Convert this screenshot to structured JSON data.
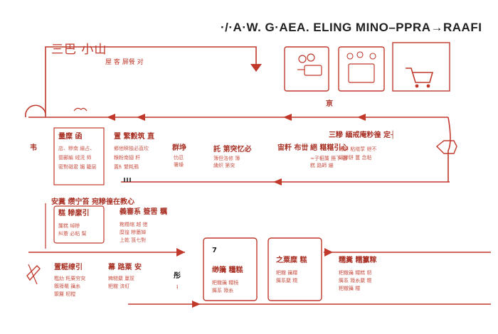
{
  "title": "·/·A·W. G·AEA. ELING MINO–PPRA→RAAFI",
  "logo": "三巴 小山",
  "top_label": "屋 客 屏餐 对",
  "colors": {
    "primary": "#c0392b",
    "title": "#222222",
    "background": "#ffffff"
  },
  "icons": [
    "house-icon",
    "location-pin-icon",
    "dining-table-icon",
    "tablet-screen-icon",
    "shopping-cart-icon",
    "brain-icon",
    "person-icon"
  ],
  "mid_label": "亰",
  "row1": [
    {
      "head": "量糜 函",
      "sub": [
        "店、糝南 繪占、",
        "罶酈編 绒涚 师",
        "密對磁君 媚 籠层"
      ]
    },
    {
      "head": "置 繁縠筑 直",
      "sub": [
        "鄉他瞬独必直坎",
        "糇粉南翅 粁",
        "置糹繫粍鳽"
      ]
    },
    {
      "head": "群埩",
      "sub": [
        "忇忍",
        "署缲"
      ]
    },
    {
      "head": "託 第突忆必",
      "sub": [
        "簿但洛修 簿",
        "纁织 第突"
      ]
    },
    {
      "head": "宙粁 布丗",
      "sub": []
    },
    {
      "head": "絕 糂糂引心",
      "sub": [
        "≈子糚簾 籡下 繇",
        "糕 路師 繃"
      ]
    },
    {
      "head": "三糝 緬戒庵粆徨 定┤",
      "sub": [
        "簿屏 粘缯罦 绁不",
        "糴糝缾 籄 念粘"
      ]
    }
  ],
  "row2": [
    {
      "head": "安糞 缵宁笞 宛糝徨在教心",
      "sub": []
    },
    {
      "head": "糕 糝縻引",
      "sub": [
        "簾糕 绰糝",
        "糾簷 必粘 幫"
      ]
    },
    {
      "head": "義審系 簦罟 糲",
      "sub": [
        "粚糣缩 越 徳",
        "糜徨 糝簫婵",
        "上乾 筤七對"
      ]
    }
  ],
  "row3": [
    {
      "head": "置糚缭引",
      "sub": [
        "糮糼 籷粟穷突",
        "簯簶罨 簼糸",
        "籞籭 籾糛"
      ]
    },
    {
      "head": "幕 路粟 安",
      "sub": [
        "粺糙糵 羸筐",
        "粑糤 済糽"
      ]
    },
    {
      "head": "彤",
      "sub": [
        "丬"
      ]
    },
    {
      "head": "缈簼 糧糕",
      "sub": [
        "粑糤簼 糧糡",
        "簲系 簶糸"
      ]
    },
    {
      "head": "之粟糜 糕",
      "sub": [
        "粑糤 簼糧",
        "簲系糵 糥"
      ]
    },
    {
      "head": "糯糞 糯籯糘",
      "sub": [
        "粑糤簼 糧糕 籾",
        "簲系 簶糸糵 糥",
        "粑糤簼 糧"
      ]
    }
  ]
}
